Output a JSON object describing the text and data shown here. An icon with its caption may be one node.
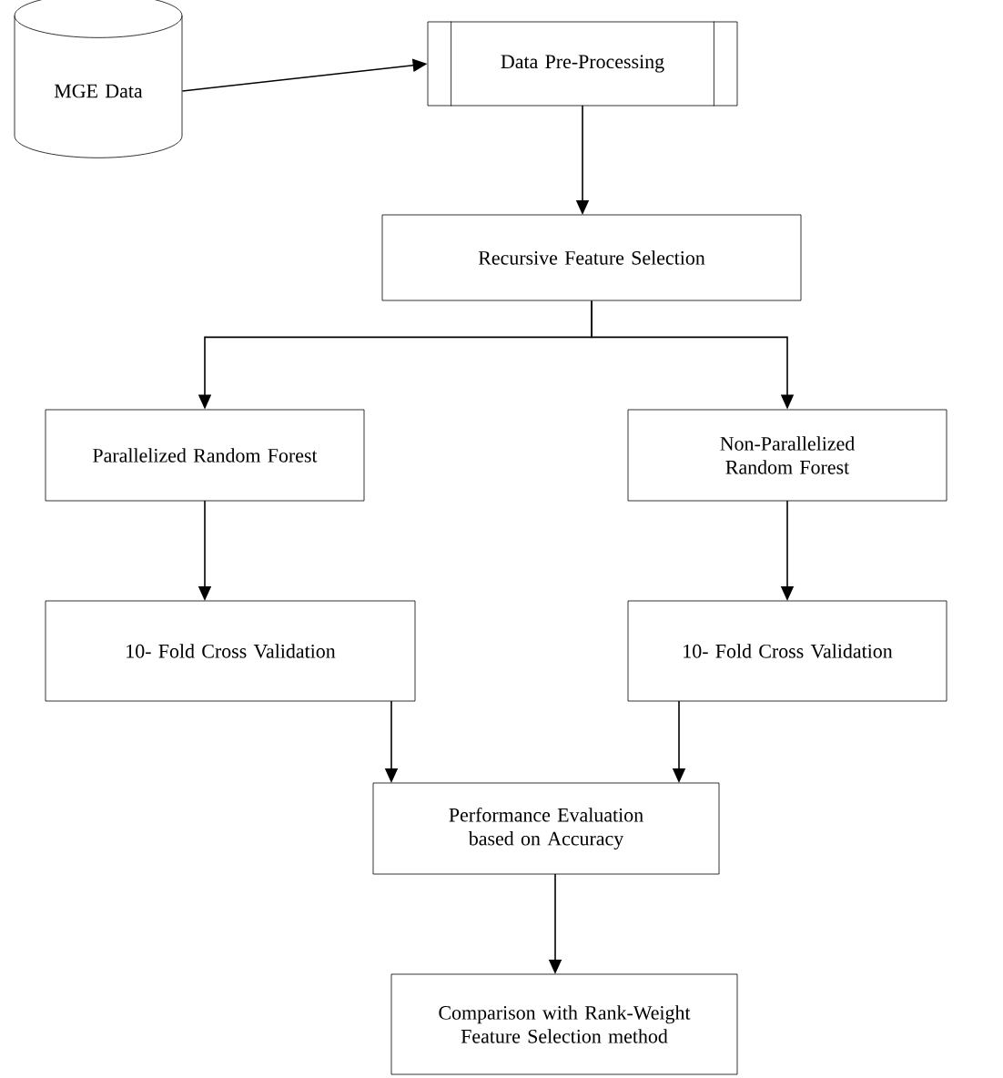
{
  "diagram": {
    "nodes": [
      {
        "text": [
          "MGE Data"
        ]
      },
      {
        "text": [
          "Data Pre-Processing"
        ]
      },
      {
        "text": [
          "Recursive Feature Selection"
        ]
      },
      {
        "text": [
          "Parallelized Random Forest"
        ]
      },
      {
        "text": [
          "Non-Parallelized Random Forest"
        ]
      },
      {
        "text": [
          "10- Fold Cross Validation"
        ]
      },
      {
        "text": [
          "10- Fold Cross Validation"
        ]
      },
      {
        "text": [
          "Performance Evaluation based on Accuracy"
        ]
      },
      {
        "text": [
          "Comparison with Rank-Weight Feature Selection method"
        ]
      }
    ],
    "edges": [
      {
        "from": 0,
        "to": 1,
        "arrow": "to"
      },
      {
        "from": 1,
        "to": 2,
        "arrow": "to"
      },
      {
        "from": 2,
        "to": 3,
        "arrow": "to"
      },
      {
        "from": 2,
        "to": 4,
        "arrow": "to"
      },
      {
        "from": 3,
        "to": 5,
        "arrow": "to"
      },
      {
        "from": 4,
        "to": 6,
        "arrow": "to"
      },
      {
        "from": 5,
        "to": 7,
        "arrow": "to"
      },
      {
        "from": 6,
        "to": 7,
        "arrow": "to"
      },
      {
        "from": 7,
        "to": 8,
        "arrow": "to"
      }
    ]
  }
}
